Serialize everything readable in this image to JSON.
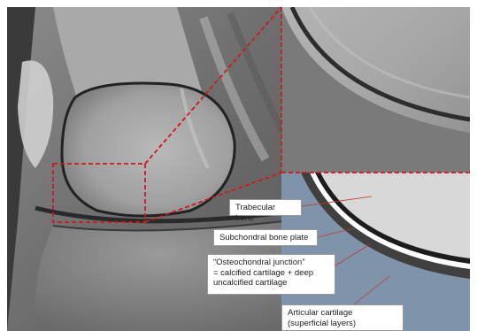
{
  "labels": {
    "trabecular_bone": "Trabecular bone",
    "subchondral_bone_plate": "Subchondral bone plate",
    "osteochondral_junction": "“Osteochondral junction”\n= calcified cartilage + deep\nuncalcified cartilage",
    "articular_cartilage": "Articular cartilage\n(superficial layers)"
  },
  "colors": {
    "zoom_box": "#d0181c",
    "background_blue": "#7f94ab",
    "subchondral_plate": "#404040",
    "calcified_layer": "#ffffff",
    "trabecular_fill": "#d8d8d8",
    "pointer_line": "#c0392b"
  }
}
